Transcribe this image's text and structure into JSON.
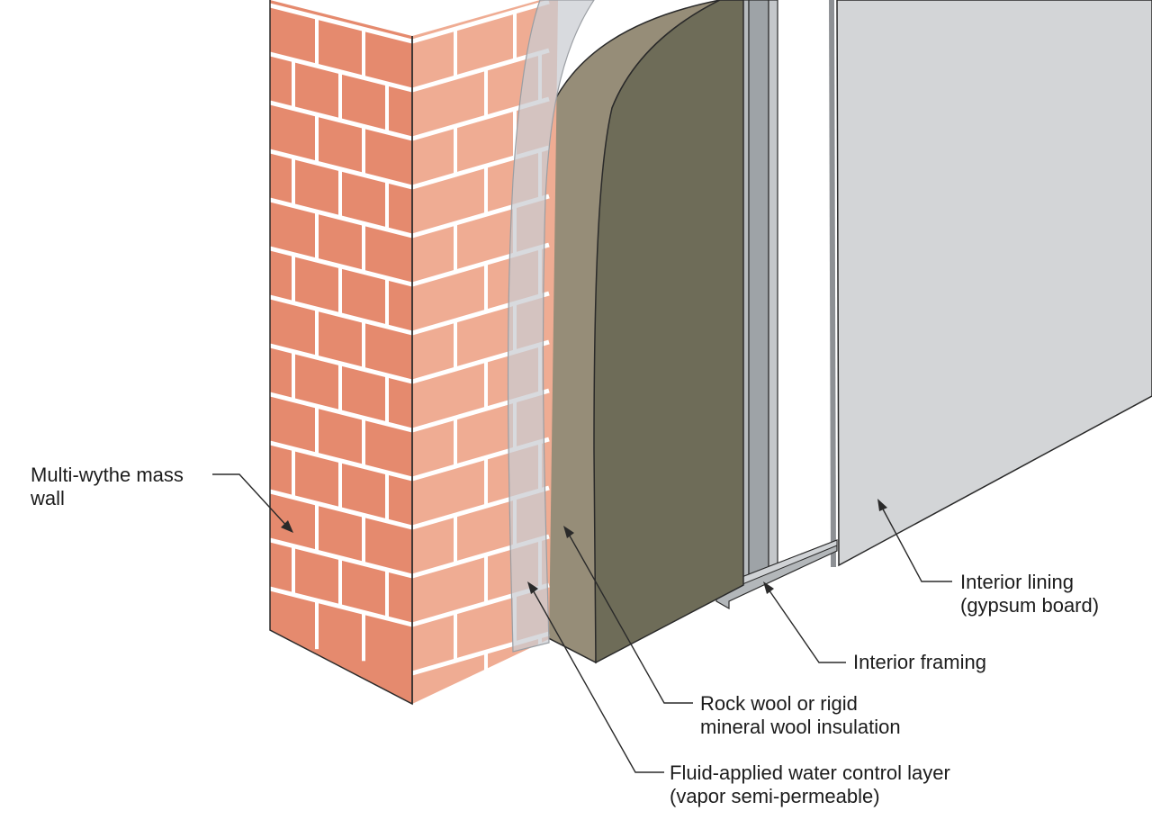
{
  "labels": {
    "mass_wall": {
      "line1": "Multi-wythe mass",
      "line2": "wall"
    },
    "interior_lining": {
      "line1": "Interior lining",
      "line2": "(gypsum board)"
    },
    "interior_framing": {
      "line1": "Interior framing"
    },
    "insulation": {
      "line1": "Rock wool or rigid",
      "line2": "mineral wool insulation"
    },
    "water_control": {
      "line1": "Fluid-applied water control layer",
      "line2": "(vapor semi-permeable)"
    }
  },
  "colors": {
    "brick_front": "#e58a6e",
    "brick_side": "#efac93",
    "mortar": "#ffffff",
    "membrane": "#c9ccd1",
    "insulation_face": "#6e6c58",
    "insulation_edge": "#968d78",
    "stud": "#a9adb1",
    "gypsum": "#d3d5d7",
    "outline": "#2a2a2a",
    "leader": "#2a2a2a"
  }
}
